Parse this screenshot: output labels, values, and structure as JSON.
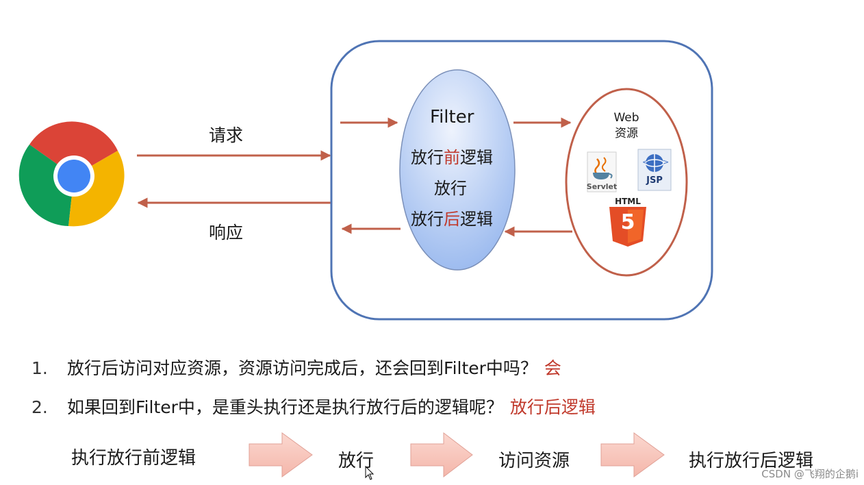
{
  "arrows": {
    "request_label": "请求",
    "response_label": "响应"
  },
  "filter": {
    "title": "Filter",
    "line1_pre": "放行",
    "line1_hl": "前",
    "line1_post": "逻辑",
    "line2": "放行",
    "line3_pre": "放行",
    "line3_hl": "后",
    "line3_post": "逻辑"
  },
  "resources": {
    "title_line1": "Web",
    "title_line2": "资源",
    "servlet_label": "Servlet",
    "jsp_label": "JSP",
    "html_label": "HTML",
    "html_digit": "5"
  },
  "questions": [
    {
      "num": "1.",
      "text": "放行后访问对应资源，资源访问完成后，还会回到Filter中吗？",
      "answer": "会"
    },
    {
      "num": "2.",
      "text": "如果回到Filter中，是重头执行还是执行放行后的逻辑呢？",
      "answer": "放行后逻辑"
    }
  ],
  "flow": {
    "step1": "执行放行前逻辑",
    "step2": "放行",
    "step3": "访问资源",
    "step4": "执行放行后逻辑"
  },
  "watermark": "CSDN @飞翔的企鹅i",
  "colors": {
    "container_border": "#4f74b4",
    "arrow": "#c0604a",
    "highlight": "#c0392b",
    "ellipse_border": "#c0604a",
    "filter_fill_top": "#e3ecfb",
    "filter_fill_bottom": "#9dbdf0",
    "block_arrow_fill": "#f7c8bf"
  }
}
